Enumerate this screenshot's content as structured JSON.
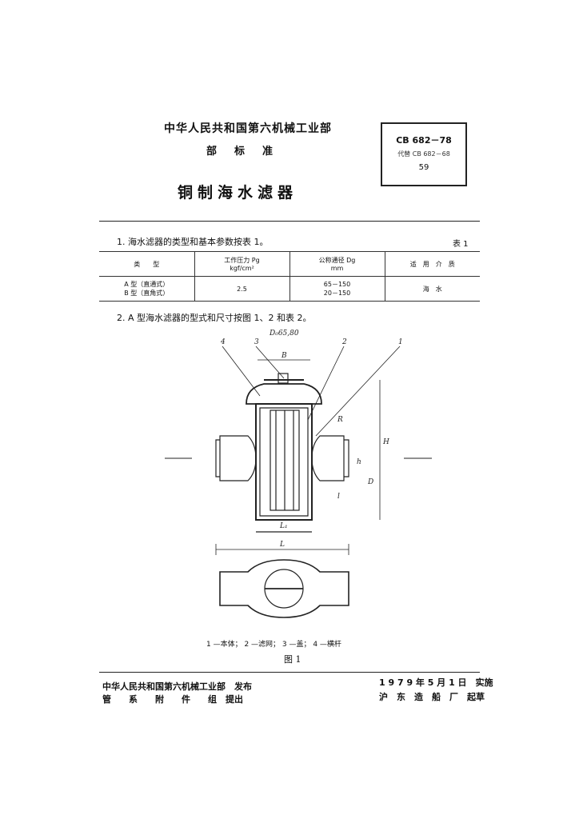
{
  "header": {
    "issuer": "中华人民共和国第六机械工业部",
    "std_type": "部标准",
    "title": "铜制海水滤器"
  },
  "standard_box": {
    "code": "CB 682－78",
    "replaces": "代替 CB 682－68",
    "number": "59"
  },
  "section1": {
    "text": "1. 海水滤器的类型和基本参数按表 1。",
    "table_label": "表 1"
  },
  "table": {
    "headers": [
      "类　　型",
      "工作压力 Pg\nkgf/cm²",
      "公称通径 Dg\nmm",
      "适　用　介　质"
    ],
    "rows": [
      [
        "A 型（直通式）\nB 型（直角式）",
        "2.5",
        "65－150\n20－150",
        "海　水"
      ]
    ]
  },
  "section2": {
    "text": "2. A 型海水滤器的型式和尺寸按图 1、2 和表 2。"
  },
  "figure": {
    "top_label": "D₀65,80",
    "callouts": [
      "4",
      "3",
      "2",
      "1"
    ],
    "dims": [
      "B",
      "R",
      "H",
      "h",
      "D",
      "L₁",
      "L",
      "l"
    ],
    "caption": "1 —本体； 2 —滤网； 3 —盖； 4 —横杆",
    "number": "图 1"
  },
  "footer": {
    "left_line1": "中华人民共和国第六机械工业部　发布",
    "left_line2": "管　　系　　附　　件　　组　提出",
    "right_line1": "1 9 7 9 年 5 月 1 日　实施",
    "right_line2": "沪　东　造　船　厂　起草"
  }
}
